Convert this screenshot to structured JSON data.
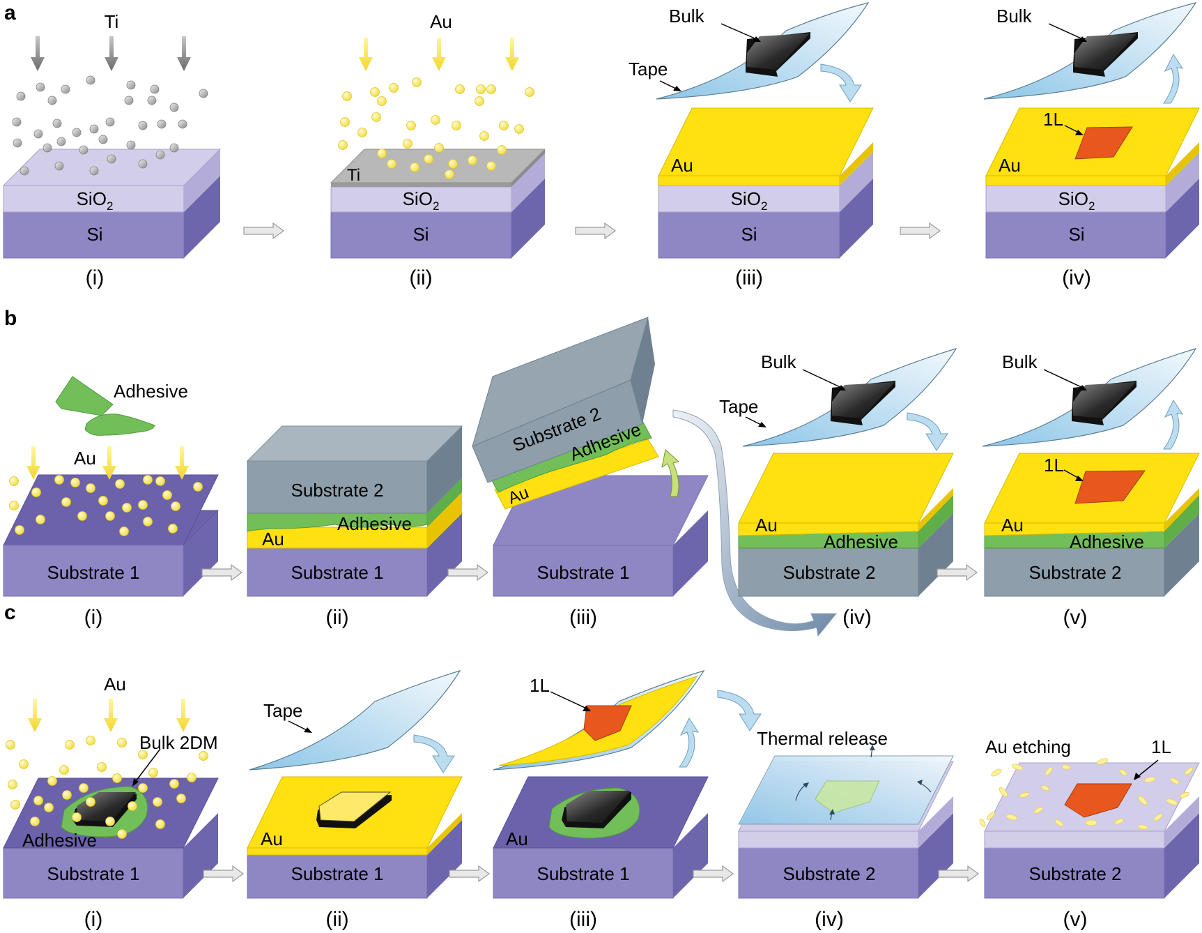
{
  "panels": {
    "a": {
      "letter": "a",
      "steps": [
        {
          "label": "(i)",
          "deposit": "Ti",
          "top_layer": "SiO",
          "top_sub": "2",
          "base": "Si"
        },
        {
          "label": "(ii)",
          "deposit": "Au",
          "film": "Ti",
          "top_layer": "SiO",
          "top_sub": "2",
          "base": "Si"
        },
        {
          "label": "(iii)",
          "bulk": "Bulk",
          "tape": "Tape",
          "film": "Au",
          "top_layer": "SiO",
          "top_sub": "2",
          "base": "Si"
        },
        {
          "label": "(iv)",
          "bulk": "Bulk",
          "monolayer": "1L",
          "film": "Au",
          "top_layer": "SiO",
          "top_sub": "2",
          "base": "Si"
        }
      ]
    },
    "b": {
      "letter": "b",
      "steps": [
        {
          "label": "(i)",
          "adhesive": "Adhesive",
          "deposit": "Au",
          "base": "Substrate 1"
        },
        {
          "label": "(ii)",
          "top": "Substrate 2",
          "adhesive": "Adhesive",
          "film": "Au",
          "base": "Substrate 1"
        },
        {
          "label": "(iii)",
          "top": "Substrate 2",
          "adhesive": "Adhesive",
          "film": "Au",
          "base": "Substrate 1"
        },
        {
          "label": "(iv)",
          "bulk": "Bulk",
          "tape": "Tape",
          "film": "Au",
          "adhesive": "Adhesive",
          "base": "Substrate 2"
        },
        {
          "label": "(v)",
          "bulk": "Bulk",
          "monolayer": "1L",
          "film": "Au",
          "adhesive": "Adhesive",
          "base": "Substrate 2"
        }
      ]
    },
    "c": {
      "letter": "c",
      "steps": [
        {
          "label": "(i)",
          "deposit": "Au",
          "bulk": "Bulk 2DM",
          "adhesive": "Adhesive",
          "base": "Substrate 1"
        },
        {
          "label": "(ii)",
          "tape": "Tape",
          "film": "Au",
          "base": "Substrate 1"
        },
        {
          "label": "(iii)",
          "monolayer": "1L",
          "film": "Au",
          "base": "Substrate 1"
        },
        {
          "label": "(iv)",
          "process": "Thermal release",
          "base": "Substrate 2"
        },
        {
          "label": "(v)",
          "process": "Au etching",
          "monolayer": "1L",
          "base": "Substrate 2"
        }
      ]
    }
  },
  "colors": {
    "si": "#8f86c4",
    "si_side": "#6e66ad",
    "si_dark": "#5a4f9a",
    "sio2": "#d2cde8",
    "sio2_side": "#b4acd8",
    "gold": "#ffe010",
    "gold_side": "#e8c400",
    "ti": "#b8b8b8",
    "adhesive": "#72bf5a",
    "adhesive_dark": "#4f9a3c",
    "substrate2": "#8e9eaa",
    "substrate2_side": "#6f8190",
    "substrate2_top": "#a9b6bf",
    "flake": "#e8581e",
    "tape": "#cfe6f4",
    "bulk": "#2b2b2b",
    "arrow": "#b9b9b9"
  }
}
